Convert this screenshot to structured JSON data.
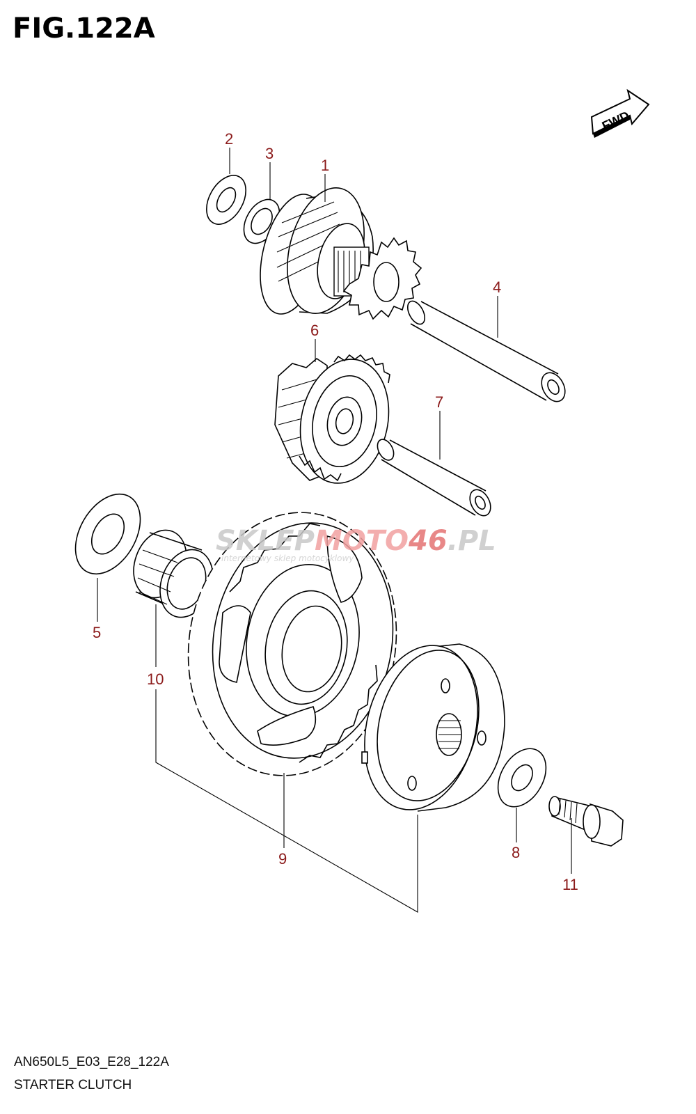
{
  "header": {
    "title": "FIG.122A"
  },
  "footer": {
    "code": "AN650L5_E03_E28_122A",
    "name": "STARTER CLUTCH"
  },
  "fwd_label": "FWD",
  "watermark": {
    "main_a": "SKLEP",
    "main_b": "MOTO",
    "main_c": "46",
    "main_d": ".PL",
    "sub": "internetowy sklep motocyklowy"
  },
  "callouts": {
    "c1": "1",
    "c2": "2",
    "c3": "3",
    "c4": "4",
    "c5": "5",
    "c6": "6",
    "c7": "7",
    "c8": "8",
    "c9": "9",
    "c10": "10",
    "c11": "11"
  },
  "colors": {
    "callout": "#8b1a1a",
    "line": "#000000",
    "watermark_grey": "#c8c8c8",
    "watermark_red": "#e53935"
  }
}
